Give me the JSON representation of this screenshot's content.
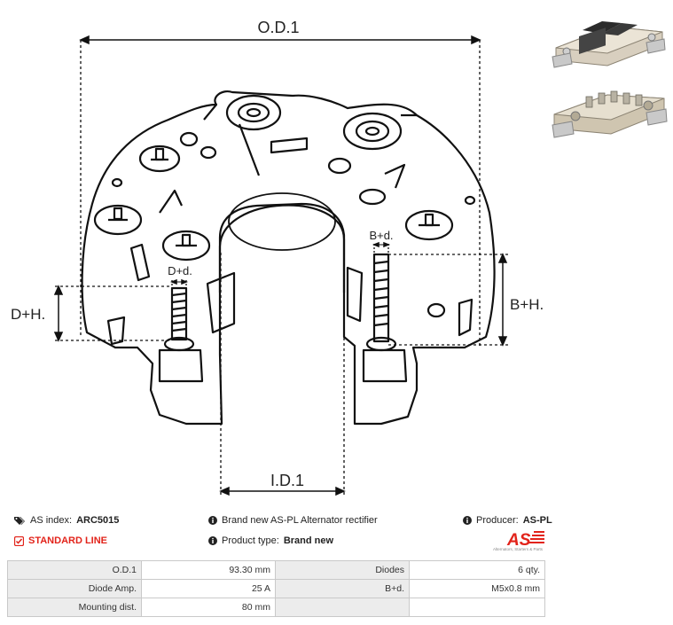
{
  "drawing": {
    "od_label": "O.D.1",
    "id_label": "I.D.1",
    "dh_label": "D+H.",
    "bh_label": "B+H.",
    "dd_label": "D+d.",
    "bd_label": "B+d."
  },
  "info": {
    "as_index_label": "AS index:",
    "as_index_value": "ARC5015",
    "standard_line": "STANDARD LINE",
    "description": "Brand new AS-PL Alternator rectifier",
    "product_type_label": "Product type:",
    "product_type_value": "Brand new",
    "producer_label": "Producer:",
    "producer_value": "AS-PL"
  },
  "logo": {
    "text": "AS",
    "tagline": "Alternators, Starters & Parts",
    "color": "#e2231a"
  },
  "specs": {
    "rows": [
      {
        "l1": "O.D.1",
        "v1": "93.30 mm",
        "l2": "Diodes",
        "v2": "6 qty."
      },
      {
        "l1": "Diode Amp.",
        "v1": "25 A",
        "l2": "B+d.",
        "v2": "M5x0.8 mm"
      },
      {
        "l1": "Mounting dist.",
        "v1": "80 mm",
        "l2": "",
        "v2": ""
      }
    ]
  },
  "icons": {
    "as_index": "tags-icon",
    "standard_line": "check-square-icon",
    "description": "info-circle-icon",
    "product_type": "info-circle-icon",
    "producer": "info-circle-icon"
  }
}
